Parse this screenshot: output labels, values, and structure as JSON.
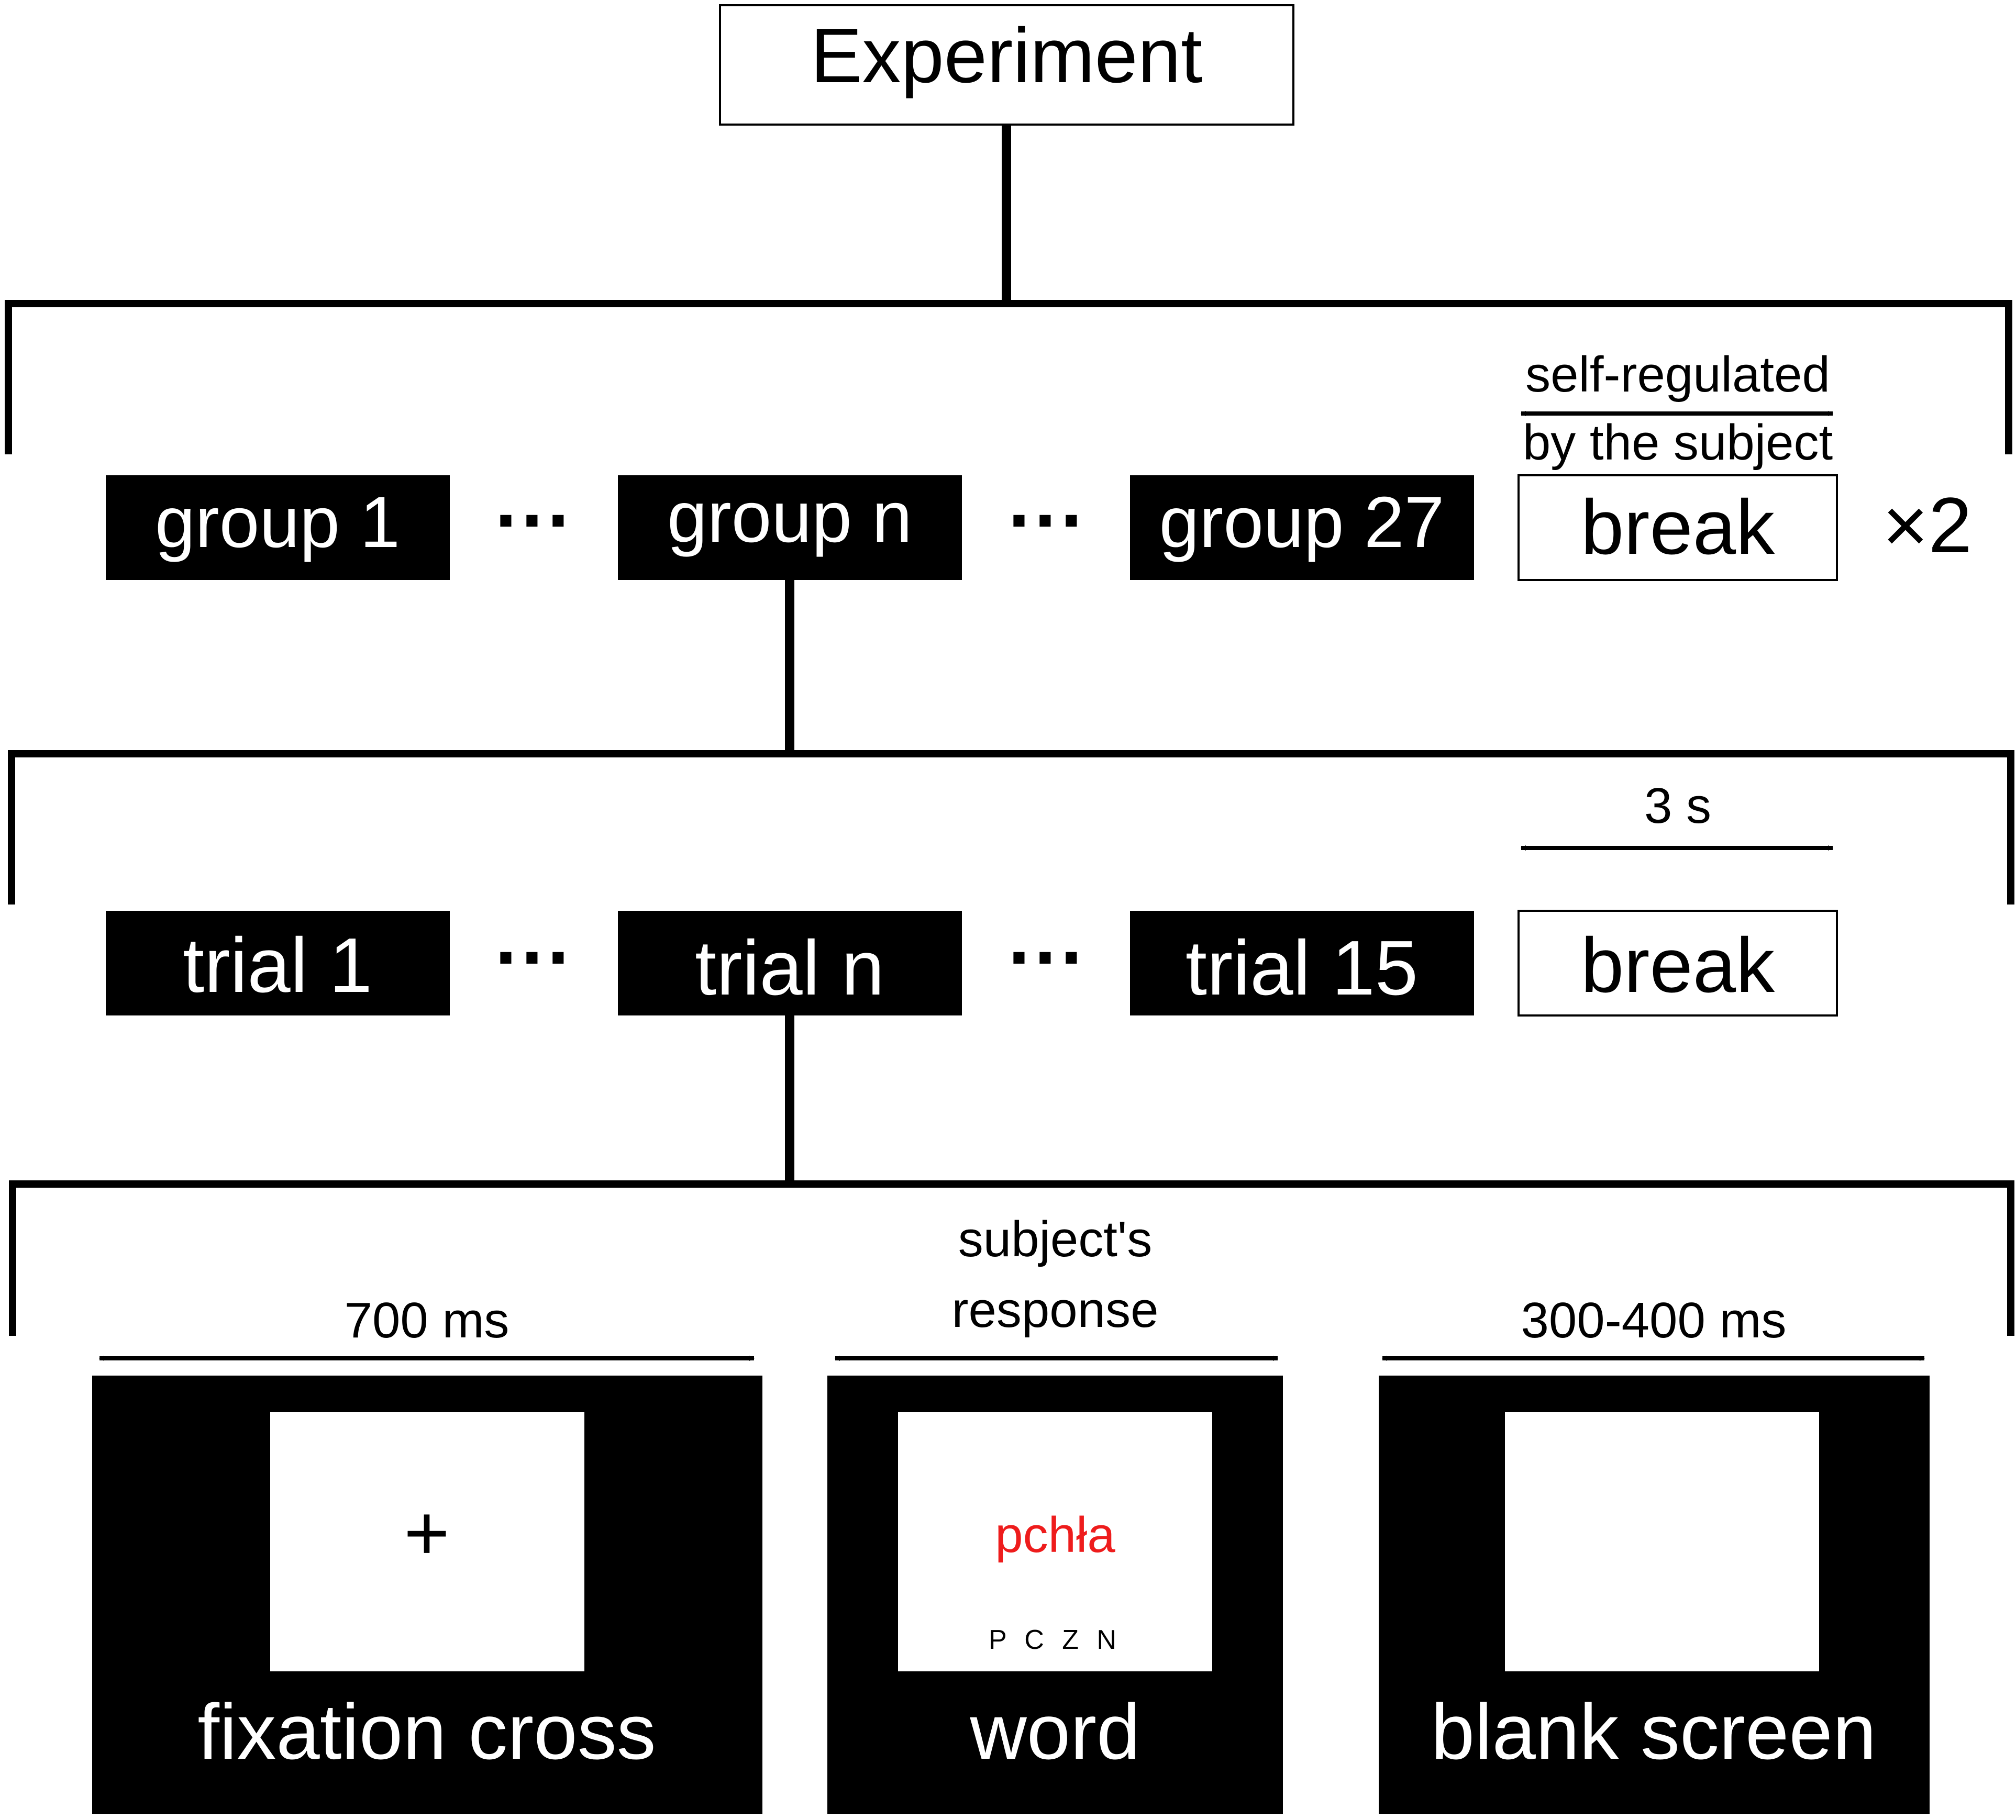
{
  "experiment": {
    "label": "Experiment"
  },
  "groups_level": {
    "blocks": [
      "group 1",
      "group n",
      "group 27"
    ],
    "ellipsis": "···",
    "break_label": "break",
    "break_duration": "self-regulated by the subject",
    "break_duration_line1": "self-regulated",
    "break_duration_line2": "by the subject",
    "repeat": "×2"
  },
  "trials_level": {
    "blocks": [
      "trial 1",
      "trial n",
      "trial 15"
    ],
    "ellipsis": "···",
    "break_label": "break",
    "break_duration": "3 s"
  },
  "trial_screens": [
    {
      "label": "fixation cross",
      "duration": "700 ms",
      "content": "+"
    },
    {
      "label": "word",
      "duration_line1": "subject's",
      "duration_line2": "response",
      "content": "pchła",
      "response_keys": "P C Z N"
    },
    {
      "label": "blank screen",
      "duration": "300-400 ms"
    }
  ],
  "colors": {
    "block_fill": "#000000",
    "block_text": "#ffffff",
    "word_color": "#ee1c1c"
  }
}
